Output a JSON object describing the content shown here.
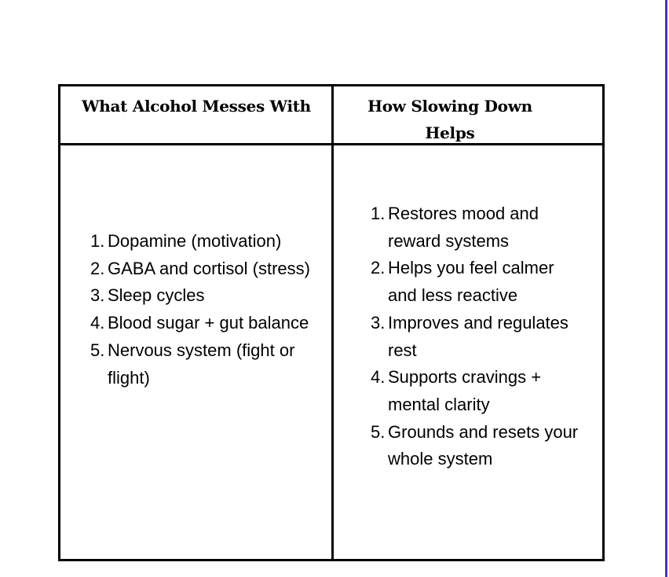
{
  "table": {
    "headers": [
      "What Alcohol Messes With",
      "How Slowing Down Helps"
    ],
    "left_items": [
      "Dopamine (motivation)",
      "GABA and cortisol (stress)",
      "Sleep cycles",
      "Blood sugar + gut balance",
      "Nervous system (fight or flight)"
    ],
    "right_items": [
      "Restores mood and reward systems",
      "Helps you feel calmer and less reactive",
      "Improves and regulates rest",
      "Supports cravings + mental clarity",
      "Grounds and resets your whole system"
    ],
    "numbers": [
      "1.",
      "2.",
      "3.",
      "4.",
      "5."
    ]
  },
  "colors": {
    "edge": "#4b32b8"
  }
}
